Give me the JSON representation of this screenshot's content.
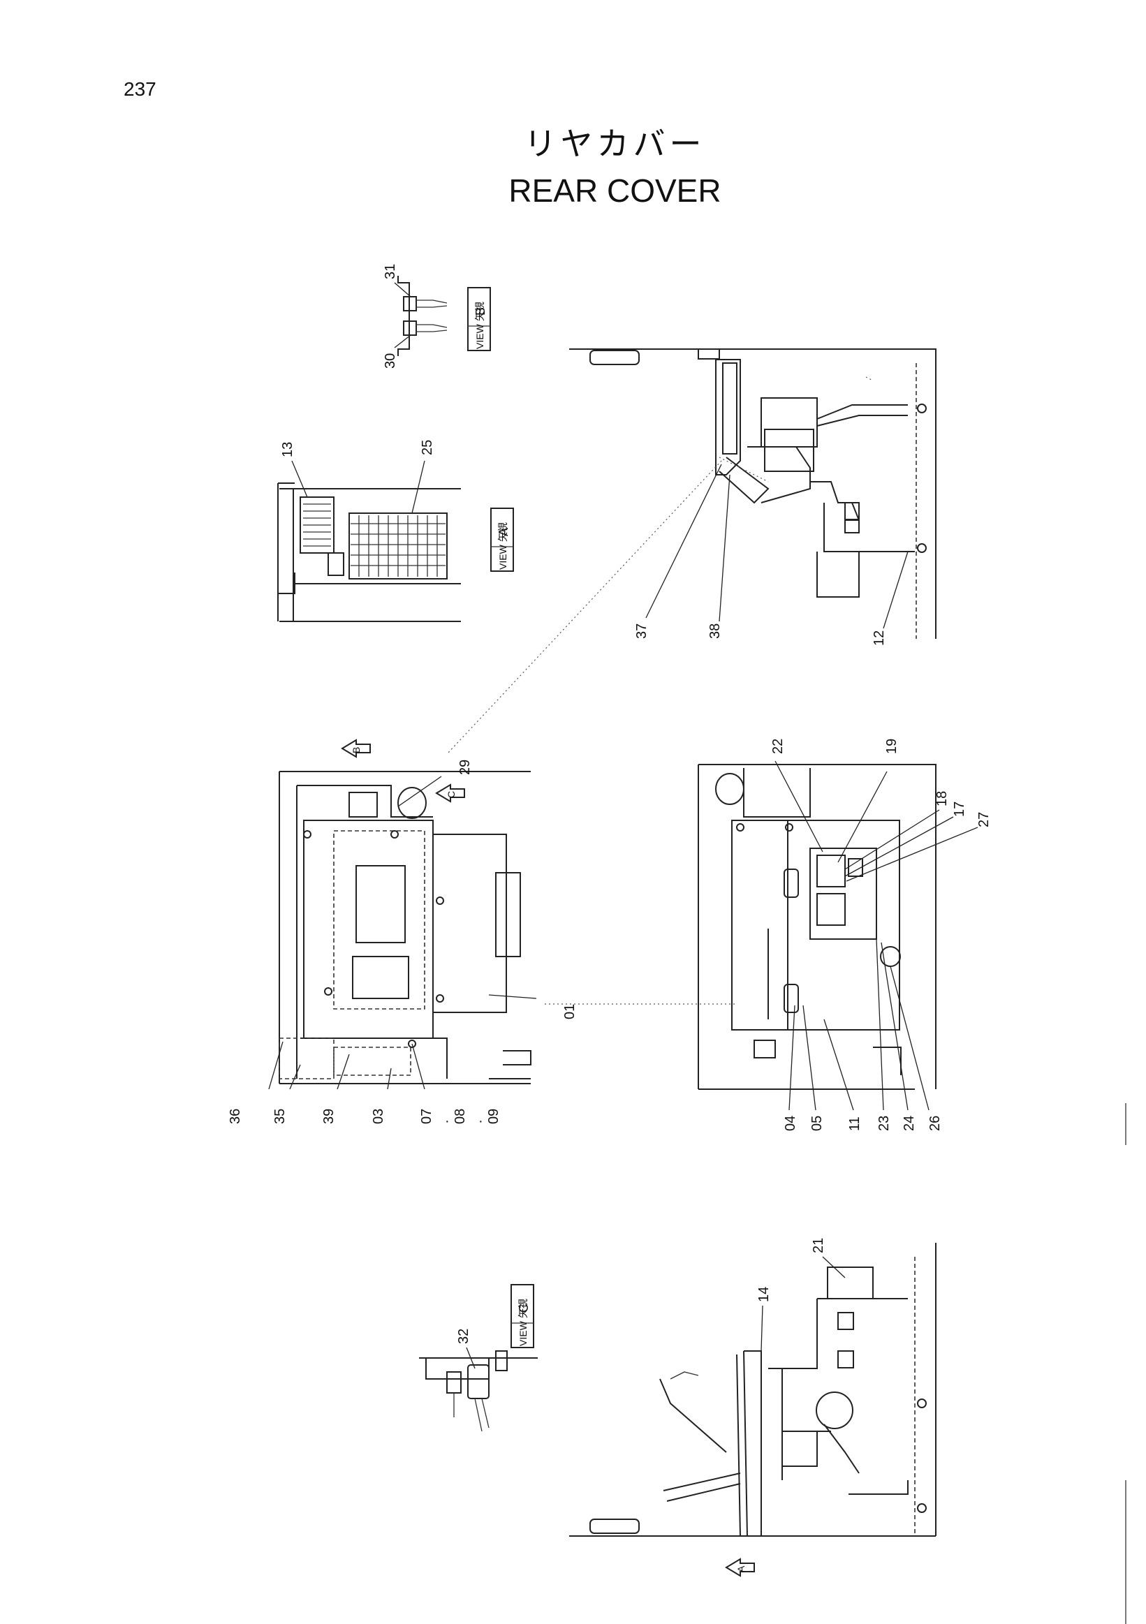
{
  "page_number": "237",
  "title_jp": "リヤカバー",
  "title_en": "REAR COVER",
  "view_tags": [
    {
      "kanji": "矢視",
      "en": "VIEW",
      "letter": "B"
    },
    {
      "kanji": "矢視",
      "en": "VIEW",
      "letter": "A"
    },
    {
      "kanji": "矢視",
      "en": "VIEW",
      "letter": "C"
    }
  ],
  "arrow_letters": [
    "B",
    "C",
    "A"
  ],
  "part_labels": {
    "p31": "31",
    "p30": "30",
    "p13": "13",
    "p25": "25",
    "p37": "37",
    "p38": "38",
    "p12": "12",
    "p29": "29",
    "p01": "01",
    "p36": "36",
    "p35": "35",
    "p39": "39",
    "p03": "03",
    "p07": "07",
    "p08": "08",
    "p09": "09",
    "p22": "22",
    "p19": "19",
    "p18": "18",
    "p17": "17",
    "p27": "27",
    "p04": "04",
    "p05": "05",
    "p11": "11",
    "p23": "23",
    "p24": "24",
    "p26": "26",
    "p21": "21",
    "p14": "14",
    "p32": "32"
  }
}
